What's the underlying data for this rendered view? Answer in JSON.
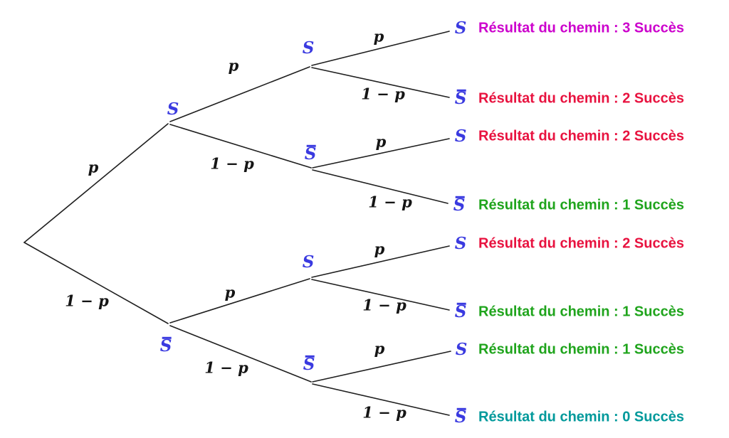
{
  "colors": {
    "node_letter": "#3a3ae0",
    "edge": "#1f1f1f",
    "branch_text": "#151515",
    "result_3_succes": "#cc00cc",
    "result_2_succes": "#e8123f",
    "result_1_succes": "#1fa41c",
    "result_0_succes": "#00999b"
  },
  "branch_labels": {
    "success": "p",
    "failure": "1 − p"
  },
  "level1": [
    {
      "text": "S",
      "bar": false
    },
    {
      "text": "S",
      "bar": true
    }
  ],
  "level2": [
    {
      "text": "S",
      "bar": false
    },
    {
      "text": "S",
      "bar": true
    },
    {
      "text": "S",
      "bar": false
    },
    {
      "text": "S",
      "bar": true
    }
  ],
  "leaves": [
    {
      "node": {
        "text": "S",
        "bar": false
      },
      "result": "Résultat du chemin : 3 Succès",
      "color": "#cc00cc"
    },
    {
      "node": {
        "text": "S",
        "bar": true
      },
      "result": "Résultat du chemin : 2 Succès",
      "color": "#e8123f"
    },
    {
      "node": {
        "text": "S",
        "bar": false
      },
      "result": "Résultat du chemin : 2 Succès",
      "color": "#e8123f"
    },
    {
      "node": {
        "text": "S",
        "bar": true
      },
      "result": "Résultat du chemin : 1 Succès",
      "color": "#1fa41c"
    },
    {
      "node": {
        "text": "S",
        "bar": false
      },
      "result": "Résultat du chemin : 2 Succès",
      "color": "#e8123f"
    },
    {
      "node": {
        "text": "S",
        "bar": true
      },
      "result": "Résultat du chemin : 1 Succès",
      "color": "#1fa41c"
    },
    {
      "node": {
        "text": "S",
        "bar": false
      },
      "result": "Résultat du chemin : 1 Succès",
      "color": "#1fa41c"
    },
    {
      "node": {
        "text": "S",
        "bar": true
      },
      "result": "Résultat du chemin : 0 Succès",
      "color": "#00999b"
    }
  ]
}
